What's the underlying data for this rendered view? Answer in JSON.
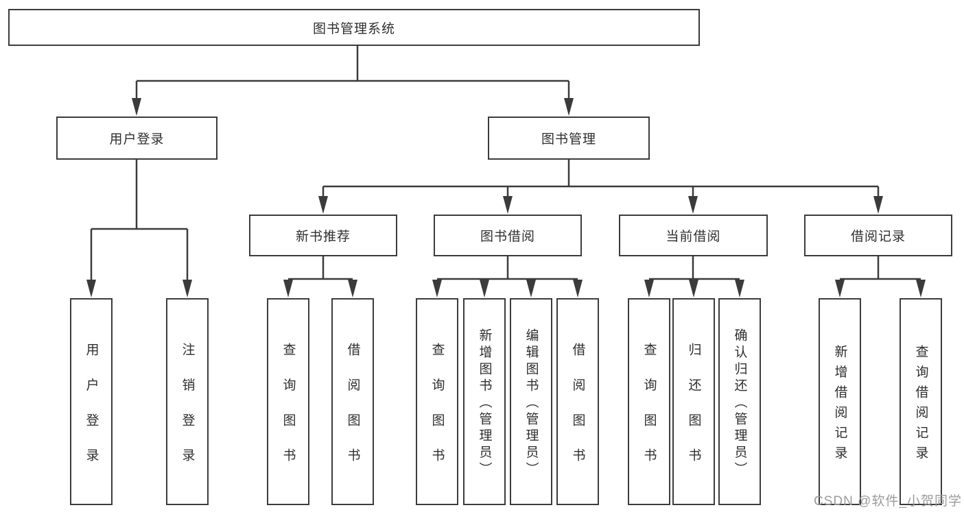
{
  "diagram": {
    "title_node": {
      "label": "图书管理系统"
    },
    "level2": [
      {
        "label": "用户登录"
      },
      {
        "label": "图书管理"
      }
    ],
    "level3": [
      {
        "label": "新书推荐"
      },
      {
        "label": "图书借阅"
      },
      {
        "label": "当前借阅"
      },
      {
        "label": "借阅记录"
      }
    ],
    "leaves": [
      {
        "label": "用户登录"
      },
      {
        "label": "注销登录"
      },
      {
        "label": "查询图书"
      },
      {
        "label": "借阅图书"
      },
      {
        "label": "查询图书"
      },
      {
        "label": "新增图书（管理员）"
      },
      {
        "label": "编辑图书（管理员）"
      },
      {
        "label": "借阅图书"
      },
      {
        "label": "查询图书"
      },
      {
        "label": "归还图书"
      },
      {
        "label": "确认归还（管理员）"
      },
      {
        "label": "新增借阅记录"
      },
      {
        "label": "查询借阅记录"
      }
    ],
    "line_color": "#3b3b3b"
  },
  "watermark": {
    "text": "CSDN @软件_小贺同学",
    "color": "#9b9b9b"
  }
}
